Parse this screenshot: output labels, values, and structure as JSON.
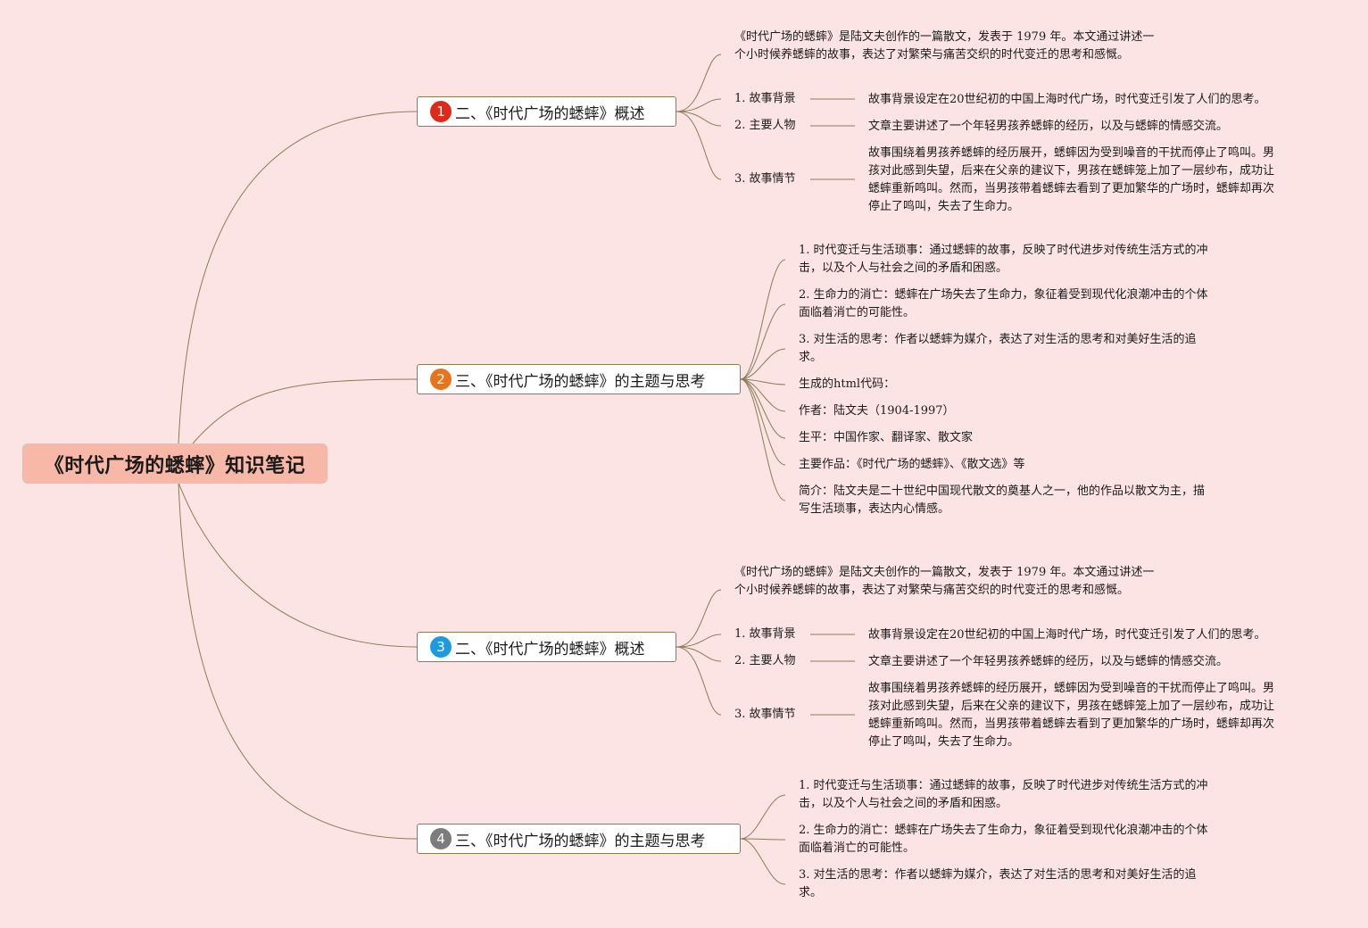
{
  "root": {
    "title": "《时代广场的蟋蟀》知识笔记"
  },
  "branches": [
    {
      "number": "1",
      "color": "#dd2a1b",
      "label": "二、《时代广场的蟋蟀》概述",
      "intro": [
        "《时代广场的蟋蟀》是陆文夫创作的一篇散文，发表于 1979 年。本文通过讲述一",
        "个小时候养蟋蟀的故事，表达了对繁荣与痛苦交织的时代变迁的思考和感慨。"
      ],
      "items": [
        {
          "label": "1. 故事背景",
          "detail": [
            "故事背景设定在20世纪初的中国上海时代广场，时代变迁引发了人们的思考。"
          ]
        },
        {
          "label": "2. 主要人物",
          "detail": [
            "文章主要讲述了一个年轻男孩养蟋蟀的经历，以及与蟋蟀的情感交流。"
          ]
        },
        {
          "label": "3. 故事情节",
          "detail": [
            "故事围绕着男孩养蟋蟀的经历展开，蟋蟀因为受到噪音的干扰而停止了鸣叫。男",
            "孩对此感到失望，后来在父亲的建议下，男孩在蟋蟀笼上加了一层纱布，成功让",
            "蟋蟀重新鸣叫。然而，当男孩带着蟋蟀去看到了更加繁华的广场时，蟋蟀却再次",
            "停止了鸣叫，失去了生命力。"
          ]
        }
      ]
    },
    {
      "number": "2",
      "color": "#e8731d",
      "label": "三、《时代广场的蟋蟀》的主题与思考",
      "items": [
        [
          "1. 时代变迁与生活琐事：通过蟋蟀的故事，反映了时代进步对传统生活方式的冲",
          "击，以及个人与社会之间的矛盾和困惑。"
        ],
        [
          "2. 生命力的消亡：蟋蟀在广场失去了生命力，象征着受到现代化浪潮冲击的个体",
          "面临着消亡的可能性。"
        ],
        [
          "3. 对生活的思考：作者以蟋蟀为媒介，表达了对生活的思考和对美好生活的追",
          "求。"
        ],
        [
          "生成的html代码："
        ],
        [
          "作者：陆文夫（1904-1997）"
        ],
        [
          "生平：中国作家、翻译家、散文家"
        ],
        [
          "主要作品：《时代广场的蟋蟀》、《散文选》等"
        ],
        [
          "简介：陆文夫是二十世纪中国现代散文的奠基人之一，他的作品以散文为主，描",
          "写生活琐事，表达内心情感。"
        ]
      ]
    },
    {
      "number": "3",
      "color": "#1e9ae0",
      "label": "二、《时代广场的蟋蟀》概述",
      "intro": [
        "《时代广场的蟋蟀》是陆文夫创作的一篇散文，发表于 1979 年。本文通过讲述一",
        "个小时候养蟋蟀的故事，表达了对繁荣与痛苦交织的时代变迁的思考和感慨。"
      ],
      "items": [
        {
          "label": "1. 故事背景",
          "detail": [
            "故事背景设定在20世纪初的中国上海时代广场，时代变迁引发了人们的思考。"
          ]
        },
        {
          "label": "2. 主要人物",
          "detail": [
            "文章主要讲述了一个年轻男孩养蟋蟀的经历，以及与蟋蟀的情感交流。"
          ]
        },
        {
          "label": "3. 故事情节",
          "detail": [
            "故事围绕着男孩养蟋蟀的经历展开，蟋蟀因为受到噪音的干扰而停止了鸣叫。男",
            "孩对此感到失望，后来在父亲的建议下，男孩在蟋蟀笼上加了一层纱布，成功让",
            "蟋蟀重新鸣叫。然而，当男孩带着蟋蟀去看到了更加繁华的广场时，蟋蟀却再次",
            "停止了鸣叫，失去了生命力。"
          ]
        }
      ]
    },
    {
      "number": "4",
      "color": "#7c7c7c",
      "label": "三、《时代广场的蟋蟀》的主题与思考",
      "items": [
        [
          "1. 时代变迁与生活琐事：通过蟋蟀的故事，反映了时代进步对传统生活方式的冲",
          "击，以及个人与社会之间的矛盾和困惑。"
        ],
        [
          "2. 生命力的消亡：蟋蟀在广场失去了生命力，象征着受到现代化浪潮冲击的个体",
          "面临着消亡的可能性。"
        ],
        [
          "3. 对生活的思考：作者以蟋蟀为媒介，表达了对生活的思考和对美好生活的追",
          "求。"
        ]
      ]
    }
  ]
}
